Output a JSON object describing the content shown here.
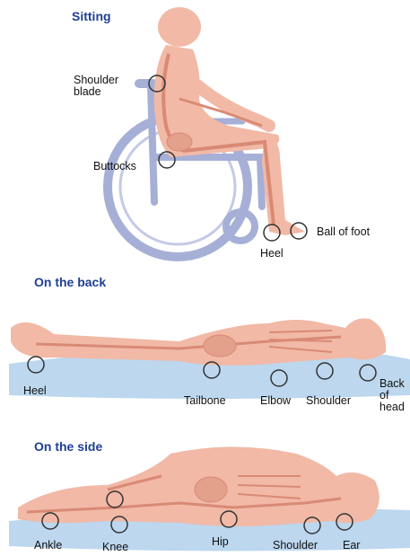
{
  "sections": {
    "sitting": {
      "title": "Sitting",
      "labels": {
        "shoulder_blade": "Shoulder\nblade",
        "buttocks": "Buttocks",
        "heel": "Heel",
        "ball_of_foot": "Ball of foot"
      }
    },
    "back": {
      "title": "On the back",
      "labels": {
        "heel": "Heel",
        "tailbone": "Tailbone",
        "elbow": "Elbow",
        "shoulder": "Shoulder",
        "back_of_head": "Back\nof\nhead"
      }
    },
    "side": {
      "title": "On the side",
      "labels": {
        "ankle": "Ankle",
        "knee": "Knee",
        "hip": "Hip",
        "shoulder": "Shoulder",
        "ear": "Ear"
      }
    }
  },
  "colors": {
    "heading": "#1f3f92",
    "skin": "#f1b9a6",
    "bone": "#d98a74",
    "chair": "#a6afd6",
    "mattress": "#bcd7ee",
    "marker": "#333333"
  }
}
